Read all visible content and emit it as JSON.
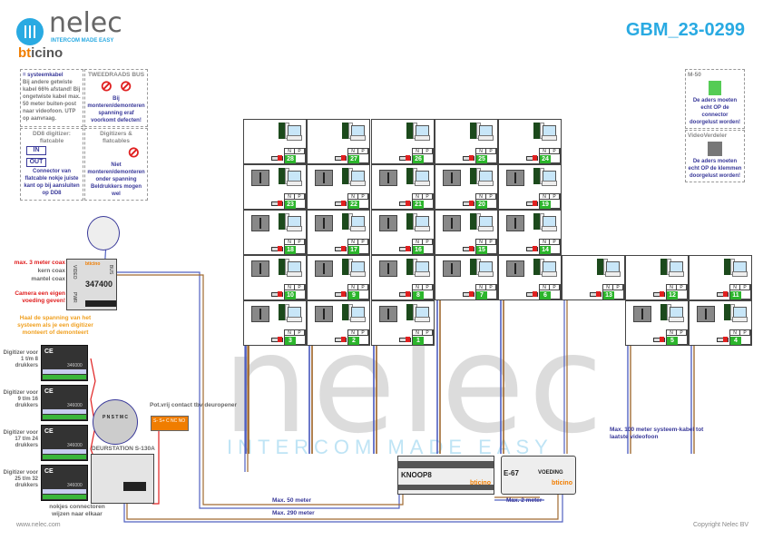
{
  "header": {
    "brand": "nelec",
    "tagline": "INTERCOM MADE EASY",
    "brand2_b": "bt",
    "brand2_rest": "icino",
    "doc_id": "GBM_23-0299"
  },
  "watermark": {
    "word": "nelec",
    "tagline": "INTERCOM MADE EASY"
  },
  "notes": {
    "systeemkabel": {
      "title": "= systeemkabel",
      "text": "Bij andere getwiste kabel 66% afstand! Bij ongetwiste kabel max. 50 meter buiten-post naar videofoon. UTP op aanvraag."
    },
    "tweedraads": {
      "title": "TWEEDRAADS BUS",
      "text": "Bij monteren/demonteren spanning eraf voorkomt defecten!"
    },
    "dd8": {
      "title": "DD8 digitizer: flatcable",
      "in": "IN",
      "out": "OUT",
      "text": "Connector van flatcable nokje juiste kant op bij aansluiten op DD8"
    },
    "digitizers": {
      "title": "Digitizers & flatcables",
      "text": "Niet monteren/demonteren onder spanning Beldrukkers mogen wel"
    },
    "m50": {
      "title": "M-50",
      "text": "De aders moeten echt OP de connector doorgelust worden!"
    },
    "videoverdeler": {
      "title": "VideoVerdeler",
      "text": "De aders moeten echt OP de klemmen doorgelust worden!"
    }
  },
  "module347400": {
    "id": "347400",
    "brand": "bticino",
    "video": "VIDEO",
    "pwr": "PWR",
    "bus": "BUS",
    "coax": "max. 3 meter coax",
    "kern": "kern coax",
    "mantel": "mantel coax",
    "camera": "Camera een eigen voeding geven!"
  },
  "digitizer_warning": "Haal de spanning van het systeem als je een digitizer monteert of demonteert",
  "digitizers": [
    {
      "label": "Digitizer voor 1 t/m 8 drukkers",
      "id": "346000"
    },
    {
      "label": "Digitizer voor 9 t/m 16 drukkers",
      "id": "346000"
    },
    {
      "label": "Digitizer voor 17 t/m 24 drukkers",
      "id": "346000"
    },
    {
      "label": "Digitizer voor 25 t/m 32 drukkers",
      "id": "346000"
    }
  ],
  "nokjes": "nokjes connectoren wijzen naar elkaar",
  "deurstation": {
    "label": "DEURSTATION S-130A",
    "terminals": "P N S T M C"
  },
  "potvrij": {
    "label": "Pot.vrij contact tbv deuropener",
    "terminals": "S- S+ C NC NO"
  },
  "knoop8": {
    "label": "KNOOP8",
    "brand": "bticino"
  },
  "e67": {
    "label": "E-67",
    "voeding": "VOEDING",
    "brand": "bticino"
  },
  "cable_labels": {
    "max50": "Max. 50 meter",
    "max290": "Max. 290 meter",
    "max2": "Max. 2 meter",
    "max100": "Max. 100 meter systeem-kabel tot laatste videofoon"
  },
  "apartment_tag": {
    "n": "N",
    "p": "P"
  },
  "apartments": [
    "28",
    "27",
    "26",
    "25",
    "24",
    "23",
    "22",
    "21",
    "20",
    "19",
    "18",
    "17",
    "16",
    "15",
    "14",
    "10",
    "9",
    "8",
    "7",
    "6",
    "13",
    "12",
    "11",
    "3",
    "2",
    "1",
    "5",
    "4"
  ],
  "footer": {
    "url": "www.nelec.com",
    "copyright": "Copyright Nelec BV"
  },
  "colors": {
    "accent": "#29aae2",
    "bus_blue": "#5060c0",
    "bus_brown": "#a06a30",
    "power_red": "#e02020",
    "label_blue": "#3a3a9a"
  }
}
